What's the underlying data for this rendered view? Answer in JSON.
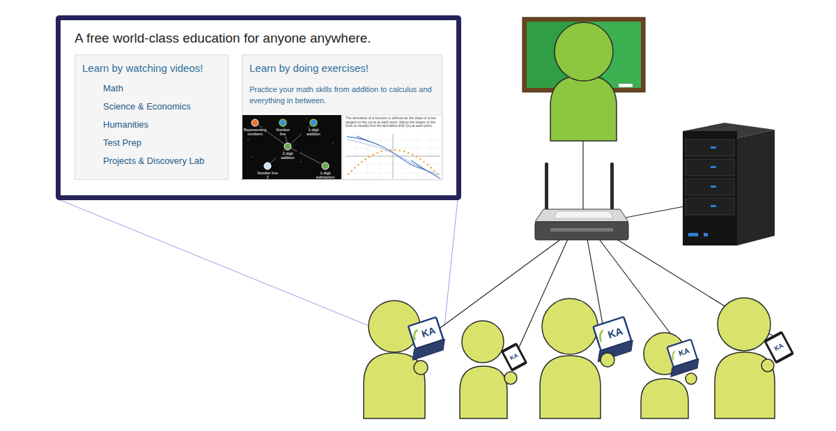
{
  "diagram": {
    "nodes": [
      {
        "text": [
          "A free world-class education for anyone anywhere."
        ]
      },
      {
        "text": [
          "Learn by watching videos!",
          "Math",
          "Science & Economics",
          "Humanities",
          "Test Prep",
          "Projects & Discovery Lab"
        ],
        "in": 0
      },
      {
        "text": [
          "Learn by doing exercises!",
          "Practice your math skills from addition to calculus and everything in between."
        ],
        "in": 0
      }
    ],
    "labels": [
      "Representing numbers",
      "Number line",
      "1-digit addition",
      "2-digit addition",
      "Number line 2",
      "1-digit subtraction",
      "The derivative of a function is defined as the slope of a line tangent to the curve at each point. Adjust the slopes of the lines to visually find the derivative d/dx f(x) at each point.",
      "KA",
      "KA",
      "KA",
      "KA",
      "KA"
    ]
  }
}
